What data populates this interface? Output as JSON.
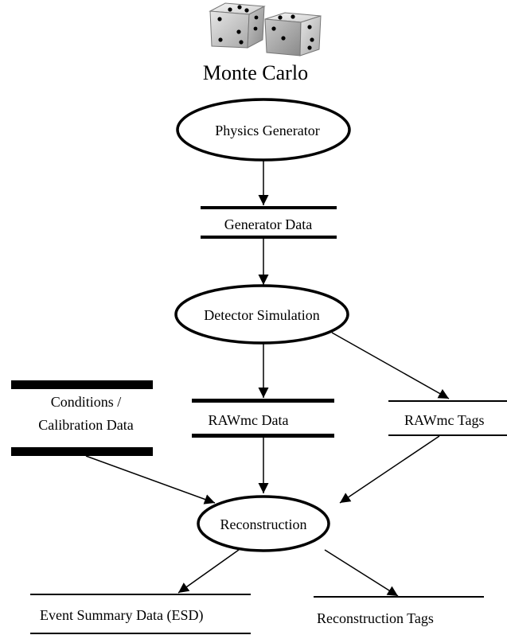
{
  "title": "Monte Carlo",
  "processes": {
    "physics_generator": "Physics Generator",
    "detector_simulation": "Detector Simulation",
    "reconstruction": "Reconstruction"
  },
  "data_stores": {
    "generator_data": "Generator Data",
    "conditions_line1": "Conditions /",
    "conditions_line2": "Calibration Data",
    "rawmc_data": "RAWmc Data",
    "rawmc_tags": "RAWmc Tags",
    "esd": "Event Summary Data (ESD)",
    "reconstruction_tags": "Reconstruction Tags"
  },
  "icons": {
    "logo": "dice-icon"
  }
}
